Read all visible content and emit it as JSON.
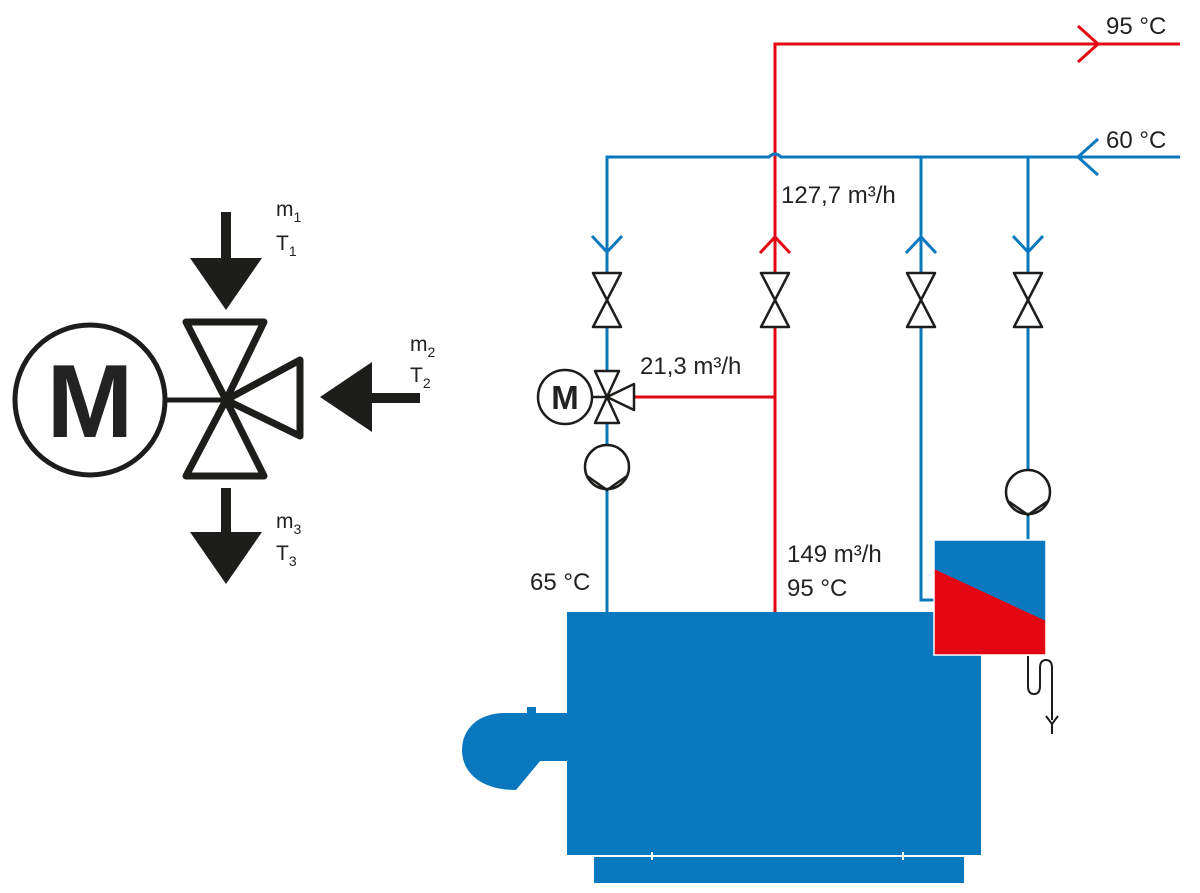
{
  "colors": {
    "supply": "#e30613",
    "return": "#0a78be",
    "boiler": "#0a78be",
    "symbol": "#1d1d1b"
  },
  "symbol": {
    "motor_letter": "M",
    "inlet1": {
      "m": "m",
      "m_sub": "1",
      "t": "T",
      "t_sub": "1"
    },
    "inlet2": {
      "m": "m",
      "m_sub": "2",
      "t": "T",
      "t_sub": "2"
    },
    "outlet": {
      "m": "m",
      "m_sub": "3",
      "t": "T",
      "t_sub": "3"
    }
  },
  "schematic": {
    "supply_temp": "95 °C",
    "return_temp": "60 °C",
    "supply_flow": "127,7 m³/h",
    "bypass_flow": "21,3 m³/h",
    "boiler_flow": "149 m³/h",
    "boiler_outlet_temp": "95 °C",
    "boiler_inlet_temp": "65 °C",
    "mixing_motor_letter": "M"
  }
}
